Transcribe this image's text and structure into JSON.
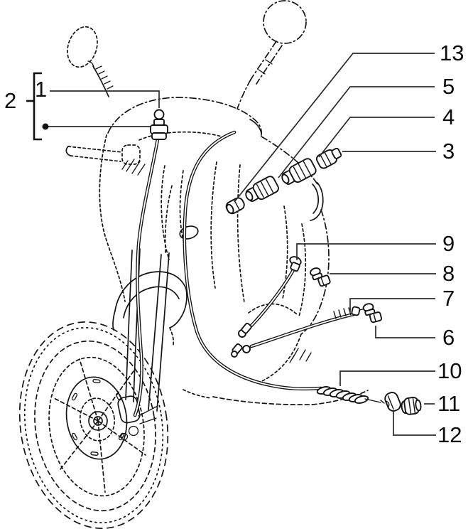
{
  "diagram": {
    "background": "#ffffff",
    "line_color": "#141414",
    "leader_color": "#2b2b2b",
    "callouts": [
      {
        "label": "1"
      },
      {
        "label": "2"
      },
      {
        "label": "3"
      },
      {
        "label": "4"
      },
      {
        "label": "5"
      },
      {
        "label": "6"
      },
      {
        "label": "7"
      },
      {
        "label": "8"
      },
      {
        "label": "9"
      },
      {
        "label": "10"
      },
      {
        "label": "11"
      },
      {
        "label": "12"
      },
      {
        "label": "13"
      }
    ]
  }
}
